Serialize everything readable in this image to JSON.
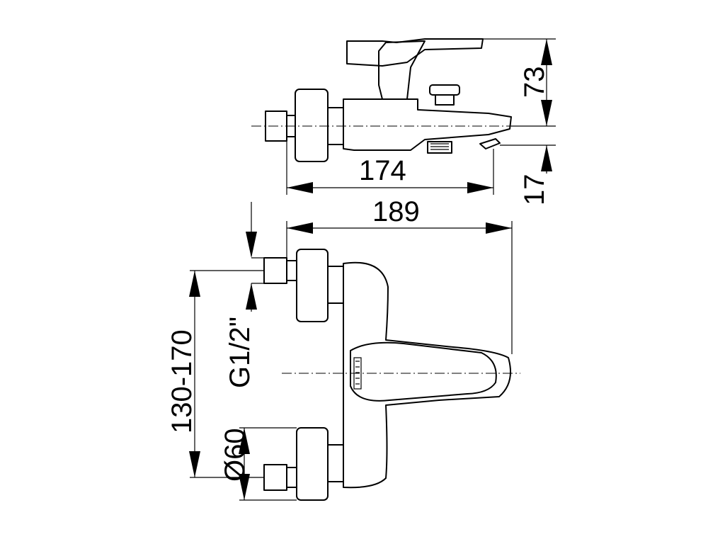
{
  "dimensions": {
    "depth_top": "73",
    "length_174": "174",
    "spout_offset": "17",
    "length_189": "189",
    "centers": "130-170",
    "thread": "G1/2\"",
    "diameter": "Ø60"
  }
}
